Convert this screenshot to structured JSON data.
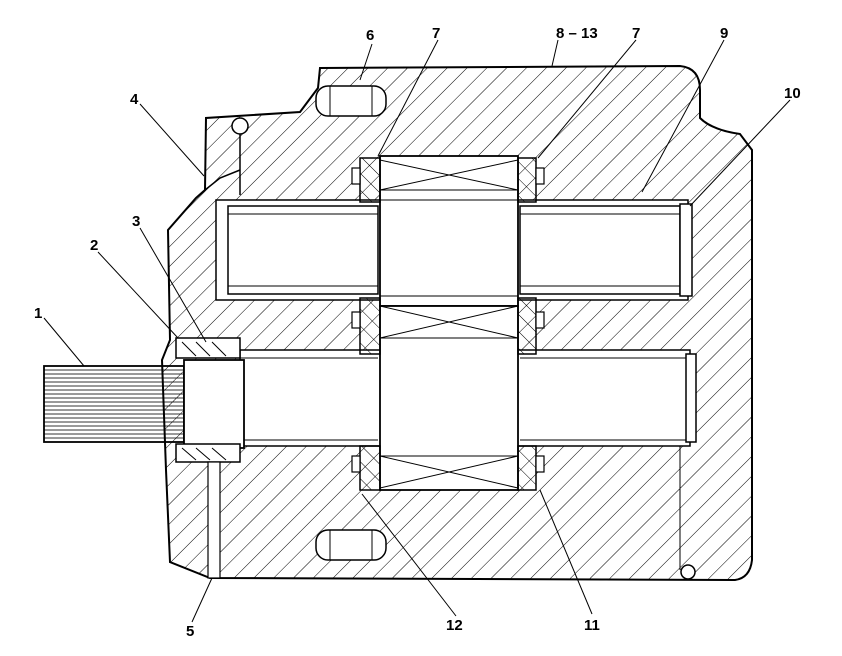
{
  "callouts": [
    {
      "id": "1",
      "text": "1"
    },
    {
      "id": "2",
      "text": "2"
    },
    {
      "id": "3",
      "text": "3"
    },
    {
      "id": "4",
      "text": "4"
    },
    {
      "id": "5",
      "text": "5"
    },
    {
      "id": "6",
      "text": "6"
    },
    {
      "id": "7a",
      "text": "7"
    },
    {
      "id": "8",
      "text": "8 – 13"
    },
    {
      "id": "7b",
      "text": "7"
    },
    {
      "id": "9",
      "text": "9"
    },
    {
      "id": "10",
      "text": "10"
    },
    {
      "id": "11",
      "text": "11"
    },
    {
      "id": "12",
      "text": "12"
    }
  ]
}
